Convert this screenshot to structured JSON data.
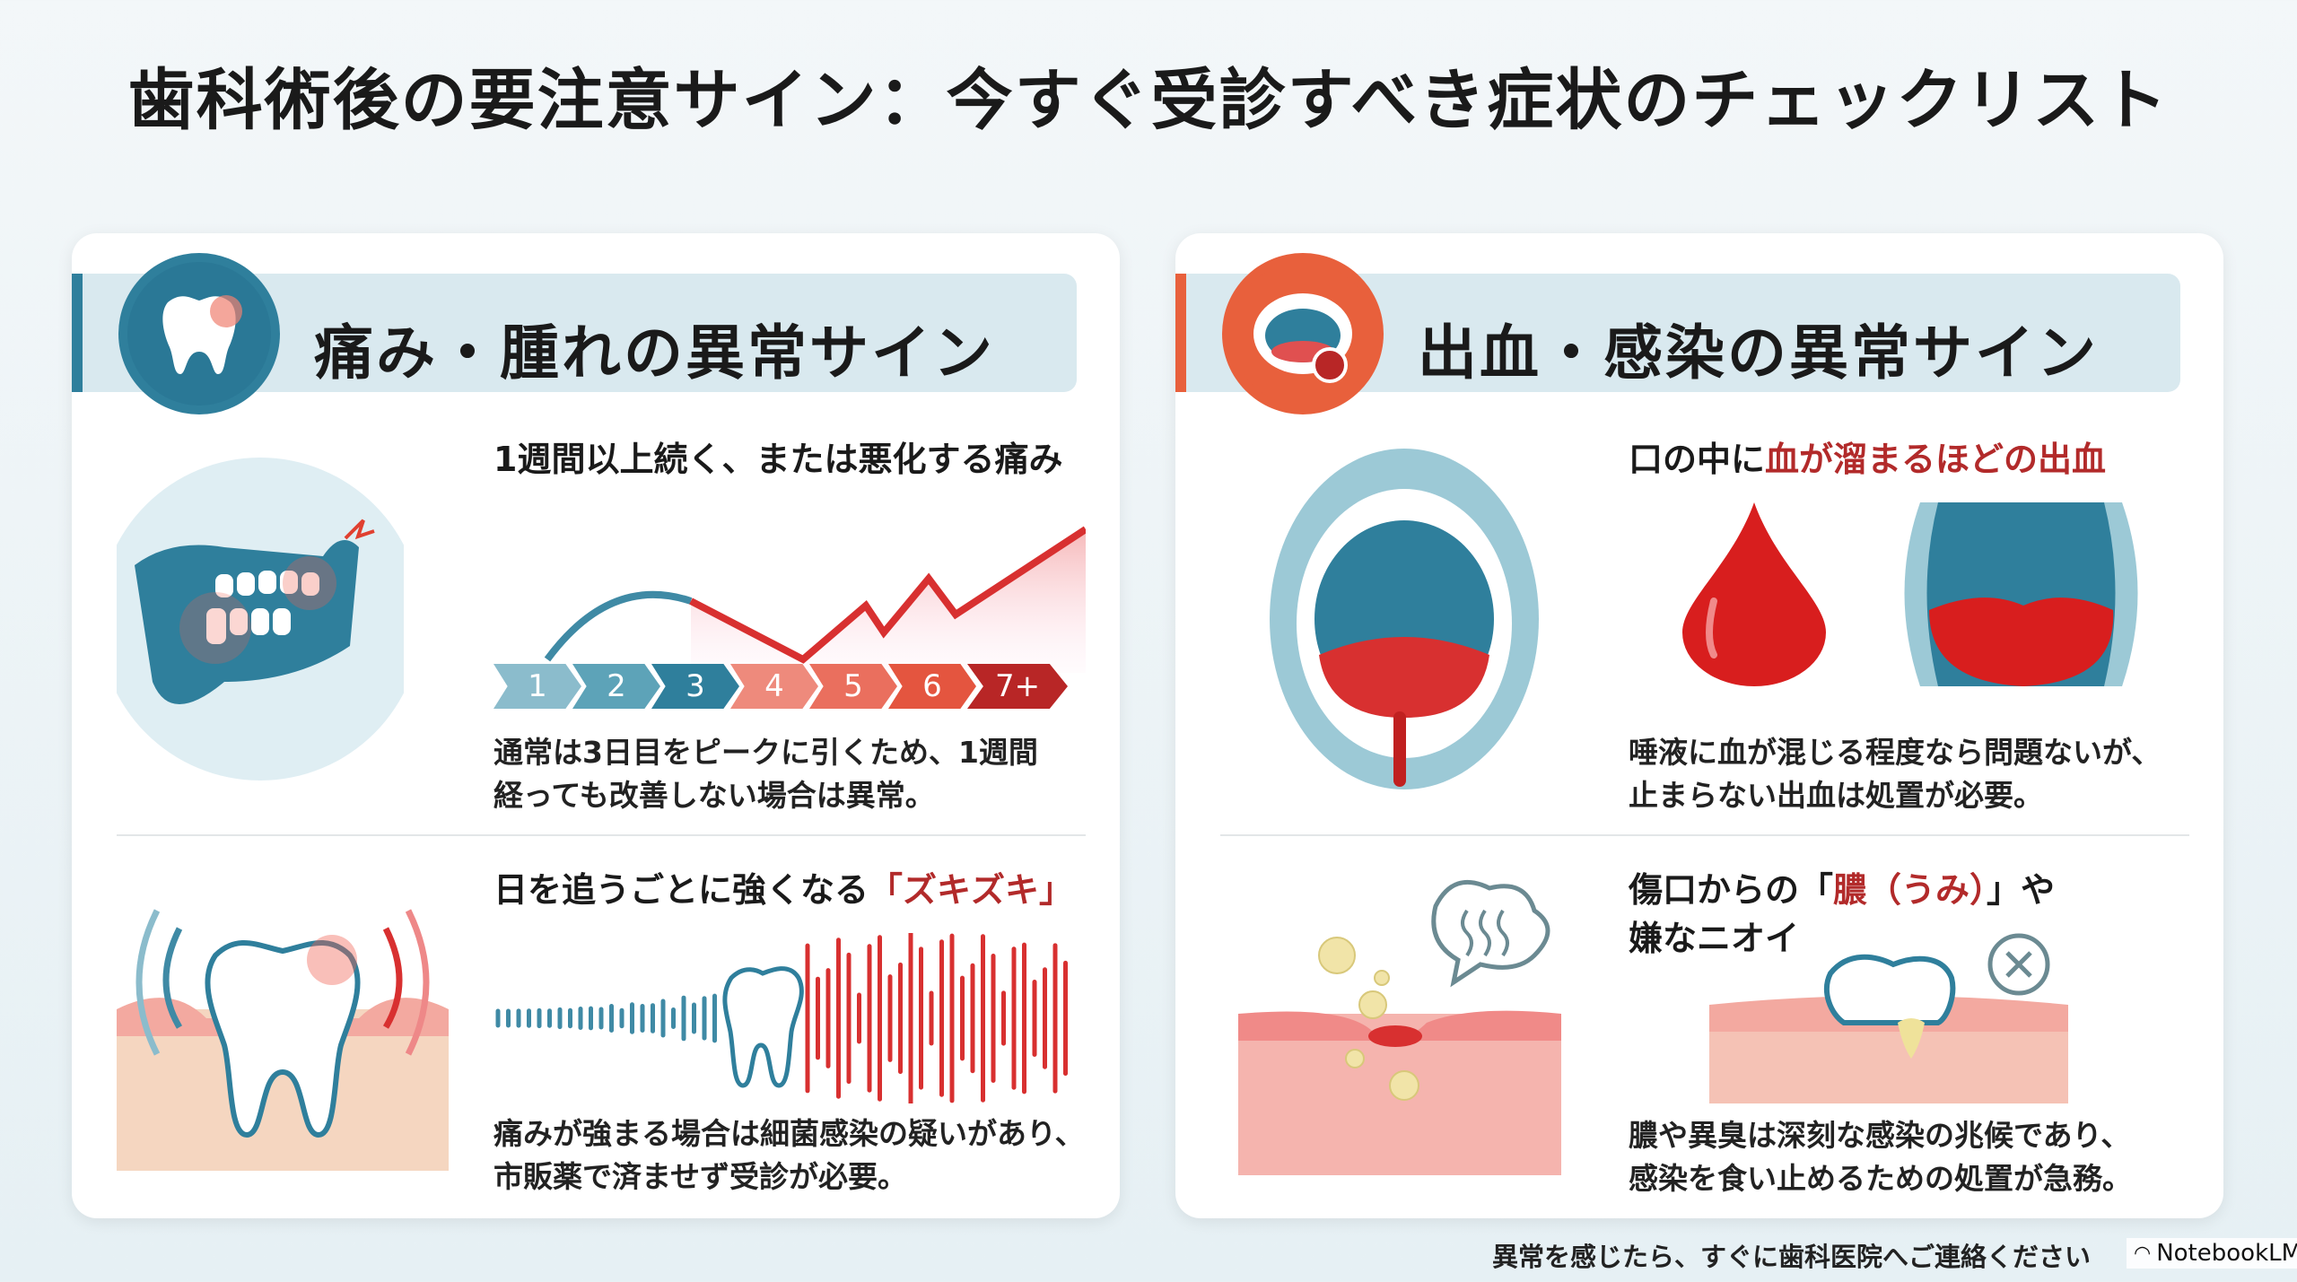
{
  "title": "歯科術後の要注意サイン：今すぐ受診すべき症状のチェックリスト",
  "left": {
    "header": "痛み・腫れの異常サイン",
    "accent": "#2f7f9c",
    "item1": {
      "heading": "1週間以上続く、または悪化する痛み",
      "days": [
        "1",
        "2",
        "3",
        "4",
        "5",
        "6",
        "7+"
      ],
      "body": [
        "通常は3日目をピークに引くため、1週間",
        "経っても改善しない場合は異常。"
      ]
    },
    "item2": {
      "heading_a": "日を追うごとに強くなる",
      "heading_b": "「ズキズキ」",
      "body": [
        "痛みが強まる場合は細菌感染の疑いがあり、",
        "市販薬で済ませず受診が必要。"
      ]
    }
  },
  "right": {
    "header": "出血・感染の異常サイン",
    "accent": "#e8603c",
    "item1": {
      "heading_a": "口の中に",
      "heading_b": "血が溜まるほどの出血",
      "body": [
        "唾液に血が混じる程度なら問題ないが、",
        "止まらない出血は処置が必要。"
      ]
    },
    "item2": {
      "heading_a": "傷口からの「",
      "heading_b": "膿（うみ）",
      "heading_c": "」や",
      "heading_d": "嫌なニオイ",
      "body": [
        "膿や異臭は深刻な感染の兆候であり、",
        "感染を食い止めるための処置が急務。"
      ]
    }
  },
  "footer": "異常を感じたら、すぐに歯科医院へご連絡ください",
  "badge": "NotebookLM"
}
